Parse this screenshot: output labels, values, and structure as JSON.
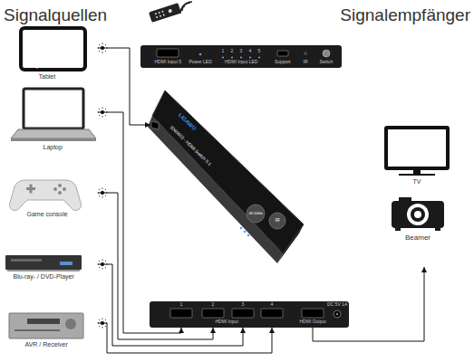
{
  "diagram": {
    "nodes": [
      {
        "text": [
          "Tablet"
        ]
      },
      {
        "text": [
          "Laptop"
        ]
      },
      {
        "text": [
          "Game console"
        ]
      },
      {
        "text": [
          "Blu-ray- / DVD-Player"
        ]
      },
      {
        "text": [
          "AVR / Receiver"
        ]
      },
      {
        "text": [
          "HDMI Input 5",
          "Power LED",
          "1",
          "2",
          "3",
          "4",
          "5",
          "HDMI Input LED",
          "Support",
          "IR",
          "Switch"
        ]
      },
      {
        "text": [
          "LIGAWO",
          "3060603 - HDMI Switch 5:1",
          "4K 60Hz",
          "IR"
        ]
      },
      {
        "text": [
          "1",
          "2",
          "3",
          "4",
          "HDMI Input",
          "HDMI Output",
          "DC 5V 1A"
        ]
      },
      {
        "text": [
          "TV"
        ]
      },
      {
        "text": [
          "Beamer"
        ]
      }
    ],
    "edges": [
      {
        "from": 0,
        "to": 6,
        "arrow": "to"
      },
      {
        "from": 1,
        "to": 7,
        "arrow": "to"
      },
      {
        "from": 2,
        "to": 7,
        "arrow": "to"
      },
      {
        "from": 3,
        "to": 7,
        "arrow": "to"
      },
      {
        "from": 4,
        "to": 7,
        "arrow": "to"
      },
      {
        "from": 7,
        "to": 9,
        "arrow": "to"
      }
    ],
    "labels": [
      "Signalquellen",
      "Signalempfänger"
    ]
  }
}
